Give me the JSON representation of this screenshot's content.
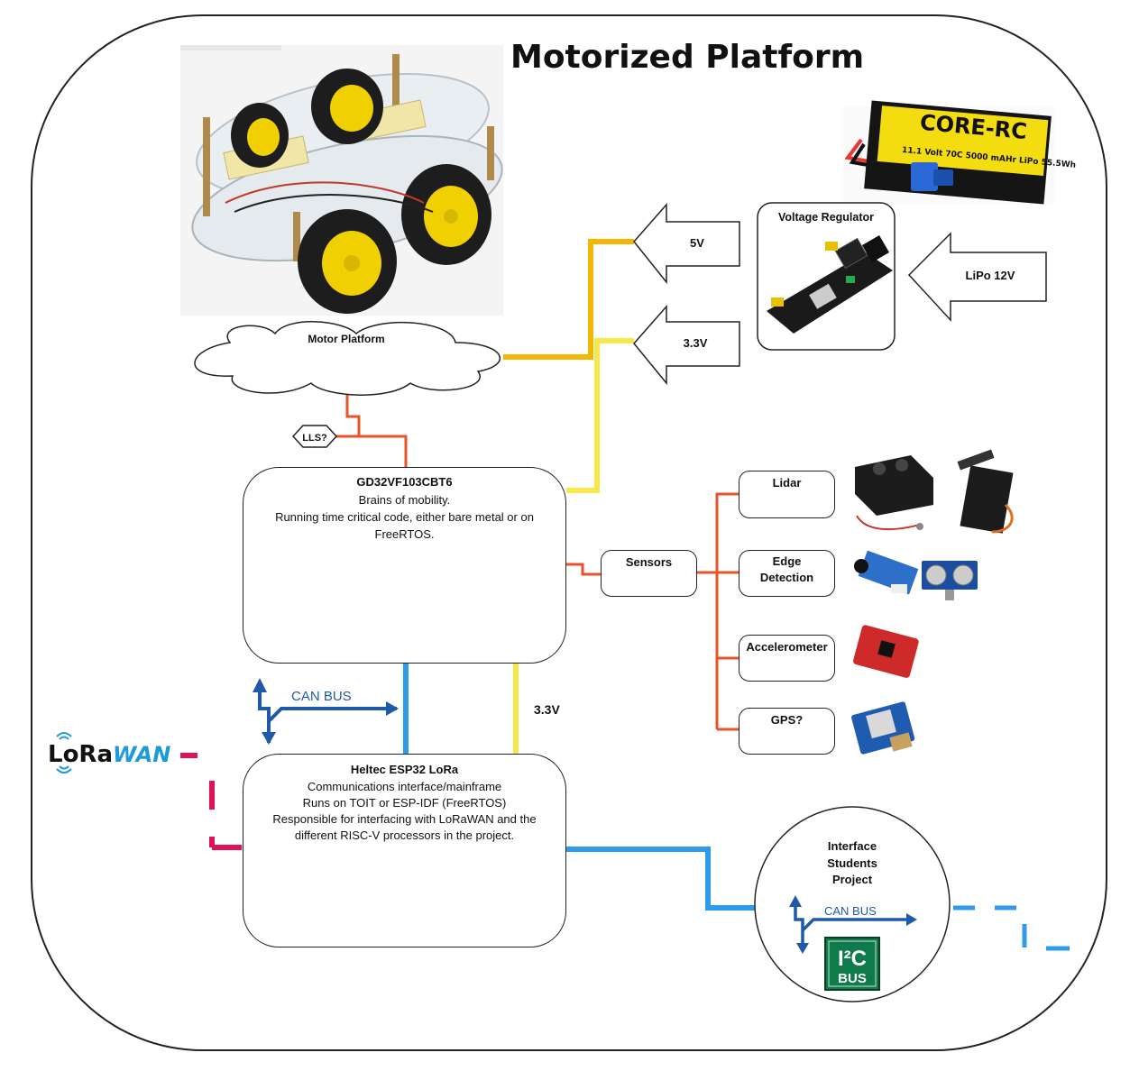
{
  "title": "Motorized Platform",
  "motor_platform": "Motor Platform",
  "lls_label": "LLS?",
  "voltage_regulator": "Voltage Regulator",
  "battery_label": "CORE-RC",
  "battery_spec": "11.1 Volt 70C 5000 mAHr LiPo 55.5Wh",
  "arrow_5v": "5V",
  "arrow_3v3": "3.3V",
  "arrow_lipo": "LiPo 12V",
  "gd32": {
    "name": "GD32VF103CBT6",
    "lines": [
      "Brains of mobility.",
      "Running time critical code, either bare metal or on",
      "FreeRTOS."
    ]
  },
  "can_bus_label": "CAN BUS",
  "label_3v3_vertical": "3.3V",
  "lorawan_logo": {
    "lo": "LoRa",
    "wan": "WAN"
  },
  "heltec": {
    "name": "Heltec ESP32 LoRa",
    "lines": [
      "Communications interface/mainframe",
      "Runs on TOIT or ESP-IDF (FreeRTOS)",
      "Responsible for interfacing with LoRaWAN and the",
      "different RISC-V processors in the project."
    ]
  },
  "sensors": "Sensors",
  "sensor_items": [
    "Lidar",
    "Edge Detection",
    "Accelerometer",
    "GPS?"
  ],
  "interface": {
    "lines": [
      "Interface",
      "Students",
      "Project"
    ],
    "can_bus": "CAN BUS",
    "i2c": "I²C",
    "bus": "BUS"
  },
  "colors": {
    "orange": "#F2B705",
    "yellow": "#F7E84A",
    "red": "#E8532A",
    "blue": "#2F9BEA",
    "magenta": "#E0105A",
    "canblue": "#1F5AA8"
  }
}
